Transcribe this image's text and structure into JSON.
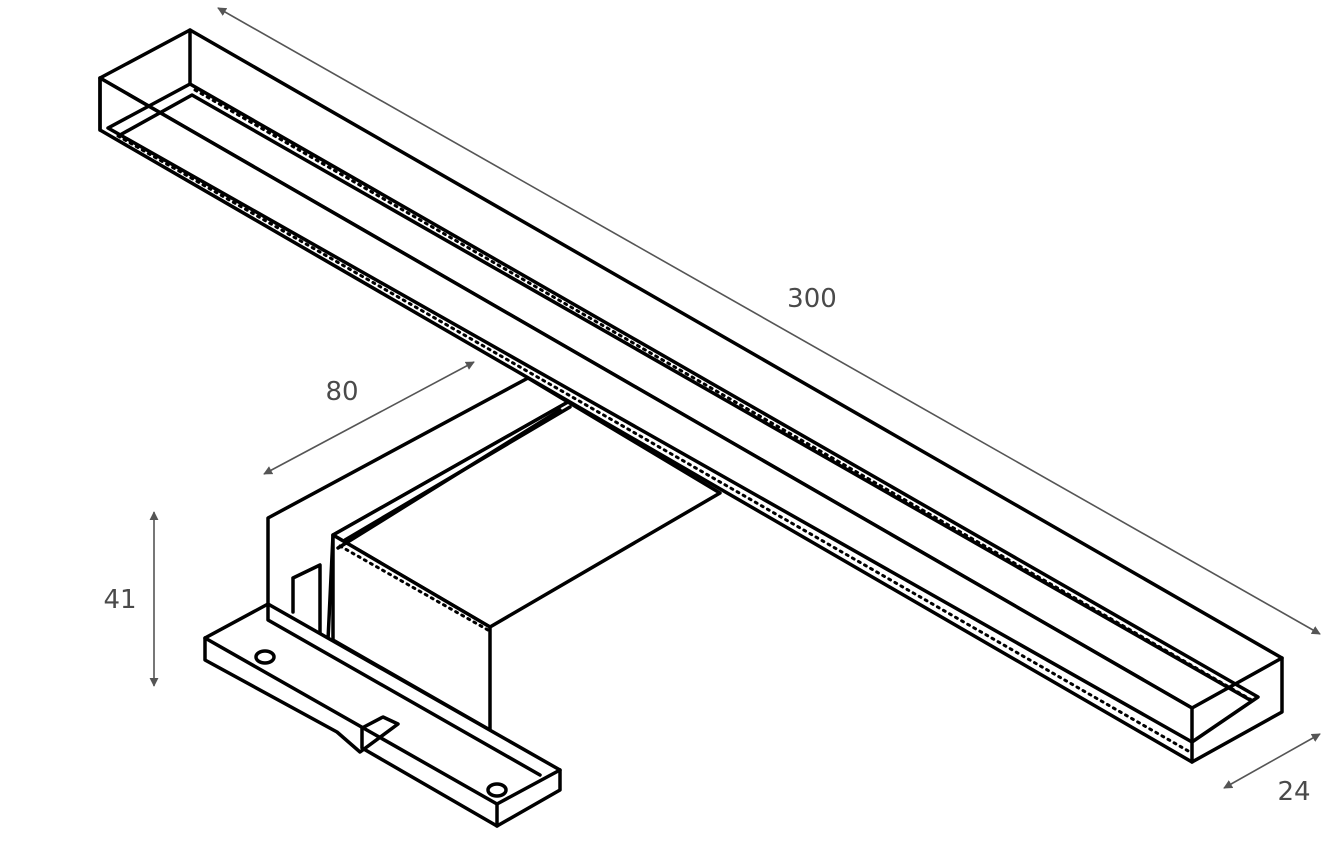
{
  "dimensions": {
    "length": "300",
    "depth": "80",
    "height": "41",
    "width": "24"
  },
  "colors": {
    "line": "#000000",
    "dimension": "#555555",
    "label": "#4a4a4a"
  }
}
